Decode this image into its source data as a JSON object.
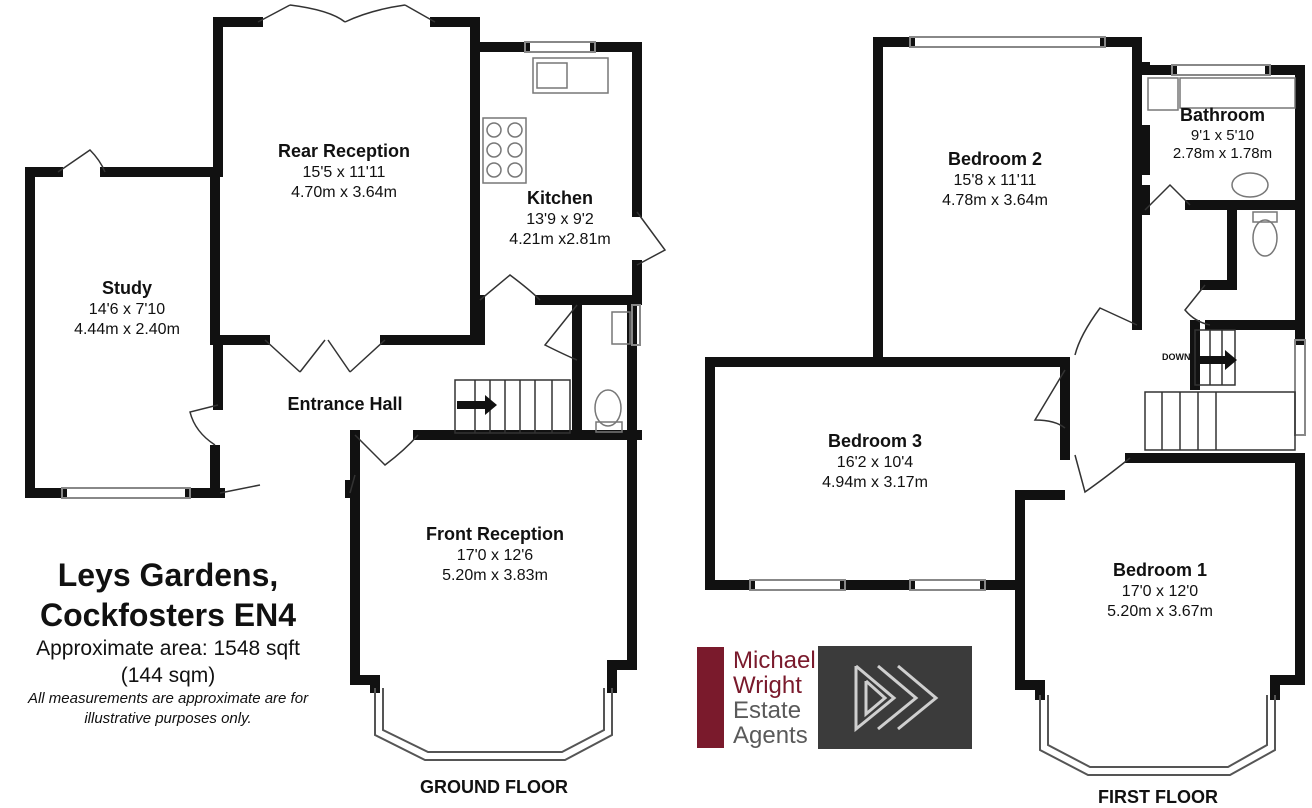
{
  "ground_floor": {
    "title": "GROUND FLOOR",
    "rooms": [
      {
        "name": "Rear Reception",
        "imperial": "15'5 x 11'11",
        "metric": "4.70m x 3.64m"
      },
      {
        "name": "Kitchen",
        "imperial": "13'9 x 9'2",
        "metric": "4.21m x2.81m"
      },
      {
        "name": "Study",
        "imperial": "14'6 x 7'10",
        "metric": "4.44m x 2.40m"
      },
      {
        "name": "Entrance Hall"
      },
      {
        "name": "Front Reception",
        "imperial": "17'0 x 12'6",
        "metric": "5.20m x 3.83m"
      }
    ]
  },
  "first_floor": {
    "title": "FIRST FLOOR",
    "rooms": [
      {
        "name": "Bedroom 2",
        "imperial": "15'8 x 11'11",
        "metric": "4.78m x 3.64m"
      },
      {
        "name": "Bathroom",
        "imperial": "9'1 x 5'10",
        "metric": "2.78m x 1.78m"
      },
      {
        "name": "Bedroom 3",
        "imperial": "16'2 x 10'4",
        "metric": "4.94m x 3.17m"
      },
      {
        "name": "Bedroom 1",
        "imperial": "17'0 x 12'0",
        "metric": "5.20m x 3.67m"
      }
    ],
    "stair_label": "DOWN"
  },
  "property": {
    "address_line1": "Leys Gardens,",
    "address_line2": "Cockfosters EN4",
    "area_line1": "Approximate area: 1548 sqft",
    "area_line2": "(144 sqm)",
    "disclaimer_line1": "All measurements are approximate are for",
    "disclaimer_line2": "illustrative purposes only."
  },
  "agent": {
    "line1": "Michael",
    "line2": "Wright",
    "line3": "Estate",
    "line4": "Agents",
    "brand_color": "#7a1a2c",
    "logo_icon": "double-chevron-icon"
  },
  "colors": {
    "wall": "#111111",
    "window": "#ffffff",
    "fixture": "#999999"
  }
}
